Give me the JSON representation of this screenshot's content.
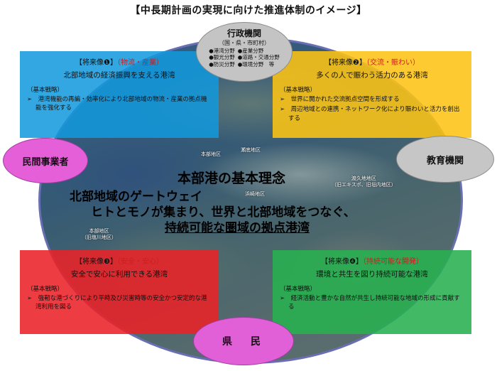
{
  "title": "【中長期計画の実現に向けた推進体制のイメージ】",
  "core": {
    "line1": "本部港の基本理念",
    "line2": "北部地域のゲートウェイ",
    "line3": "ヒトとモノが集まり、世界と北部地域をつなぐ、",
    "line4": "持続可能な圏域の拠点港湾"
  },
  "places": {
    "sesoko": "瀬底地区",
    "motobu": "本部地区",
    "hamasaki": "浜崎地区",
    "toguchi": "渡久地地区",
    "toguchi_sub": "（旧エキスポ、旧垣内地区）",
    "motobu2": "本部地区",
    "motobu2_sub": "（旧塩川地区）"
  },
  "stakeholders": {
    "government": {
      "name": "行政機関",
      "sub": "（国・県・市町村）",
      "fields": [
        "●港湾分野",
        "●産業分野",
        "●観光分野",
        "●道路・交通分野",
        "●防災分野",
        "●環境分野　等"
      ]
    },
    "private": "民間事業者",
    "education": "教育機関",
    "residents": "県　民"
  },
  "visions": [
    {
      "label": "【将来像❶】",
      "category": "（物流・産業）",
      "subtitle": "北部地域の経済振興を支える港湾",
      "strategy_label": "（基本戦略）",
      "items": [
        "➢　港湾機能の再編・効率化により北部地域の物流・産業の拠点機能を強化する"
      ]
    },
    {
      "label": "【将来像❷】",
      "category": "（交流・賑わい）",
      "subtitle": "多くの人で賑わう活力のある港湾",
      "strategy_label": "（基本戦略）",
      "items": [
        "➢　世界に開かれた交流拠点空間を形成する",
        "➢　周辺地域との連携・ネットワーク化により賑わいと活力を創出する"
      ]
    },
    {
      "label": "【将来像❸】",
      "category": "（安全・安心）",
      "subtitle": "安全で安心に利用できる港湾",
      "strategy_label": "（基本戦略）",
      "items": [
        "➢　強靭な港づくりにより平時及び災害時等の安全かつ安定的な港湾利用を図る"
      ]
    },
    {
      "label": "【将来像❹】",
      "category": "（持続可能な開発）",
      "subtitle": "環境と共生を図り持続可能な港湾",
      "strategy_label": "（基本戦略）",
      "items": [
        "➢　経済活動と豊かな自然が共生し持続可能な地域の形成に貢献する"
      ]
    }
  ],
  "colors": {
    "vision1": "#1298dc",
    "vision2": "#fdc414",
    "vision3": "#eb2228",
    "vision4": "#28b050",
    "stakeholder_pink": "#e55fd8",
    "stakeholder_gray": "#c4c4c4"
  }
}
